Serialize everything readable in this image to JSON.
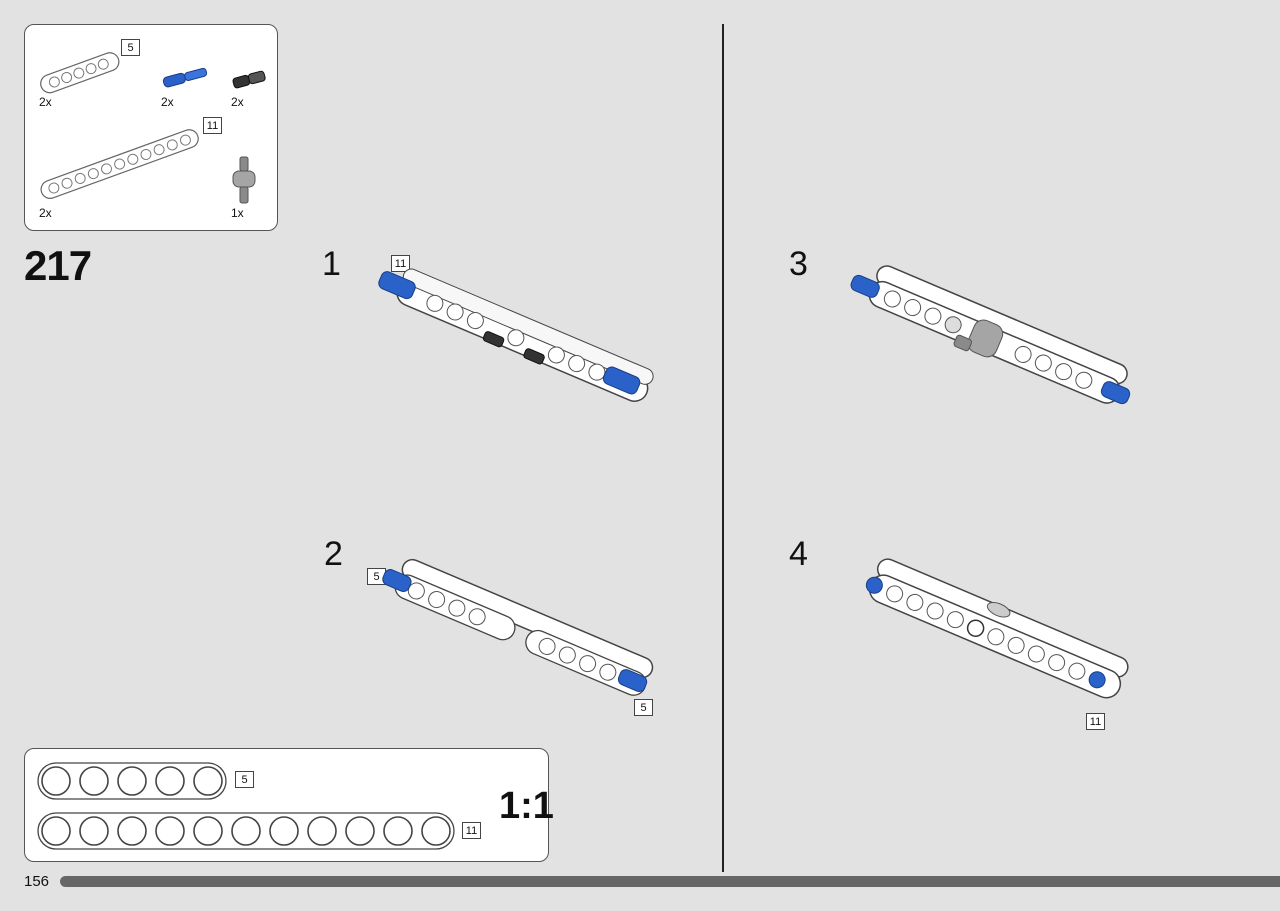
{
  "page_step": "217",
  "page_number": "156",
  "scale_label": "1:1",
  "parts": [
    {
      "part": "beam-5",
      "qty": "2x",
      "length": "5"
    },
    {
      "part": "blue-pin",
      "qty": "2x"
    },
    {
      "part": "black-pin",
      "qty": "2x"
    },
    {
      "part": "beam-11",
      "qty": "2x",
      "length": "11"
    },
    {
      "part": "axle-connector",
      "qty": "1x"
    }
  ],
  "steps": [
    {
      "number": "1",
      "callouts": [
        "11"
      ]
    },
    {
      "number": "2",
      "callouts": [
        "5",
        "5"
      ]
    },
    {
      "number": "3",
      "callouts": []
    },
    {
      "number": "4",
      "callouts": [
        "11"
      ]
    }
  ],
  "ruler": [
    {
      "length": "5",
      "holes": 5
    },
    {
      "length": "11",
      "holes": 11
    }
  ],
  "colors": {
    "blue_pin": "#2a62c9",
    "beam": "#ffffff",
    "outline": "#444444",
    "gray_part": "#9a9a9a"
  }
}
